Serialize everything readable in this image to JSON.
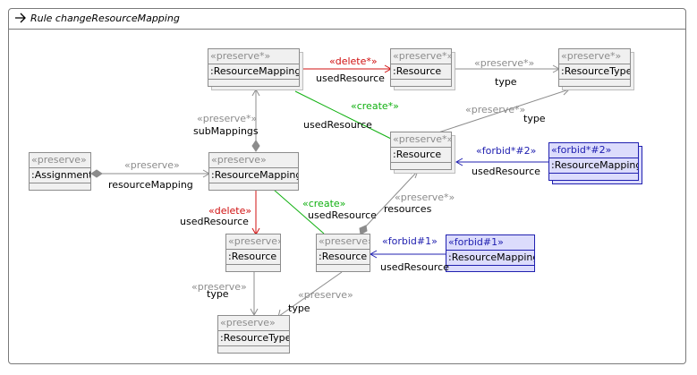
{
  "rule": {
    "title": "Rule changeResourceMapping"
  },
  "nodes": {
    "rm_top": {
      "stereo": "«preserve*»",
      "name": ":ResourceMapping"
    },
    "res_top": {
      "stereo": "«preserve*»",
      "name": ":Resource"
    },
    "rt_top": {
      "stereo": "«preserve*»",
      "name": ":ResourceType"
    },
    "assignment": {
      "stereo": "«preserve»",
      "name": ":Assignment"
    },
    "rm_mid": {
      "stereo": "«preserve»",
      "name": ":ResourceMapping"
    },
    "res_mid": {
      "stereo": "«preserve*»",
      "name": ":Resource"
    },
    "forbid2": {
      "stereo": "«forbid*#2»",
      "name": ":ResourceMapping"
    },
    "res_del": {
      "stereo": "«preserve»",
      "name": ":Resource"
    },
    "res_create": {
      "stereo": "«preserve»",
      "name": ":Resource"
    },
    "forbid1": {
      "stereo": "«forbid#1»",
      "name": ":ResourceMapping"
    },
    "rt_bottom": {
      "stereo": "«preserve»",
      "name": ":ResourceType"
    }
  },
  "edges": {
    "e1": {
      "stereo": "«delete*»",
      "role": "usedResource"
    },
    "e2": {
      "stereo": "«preserve*»",
      "role": "type"
    },
    "e3": {
      "stereo": "«preserve*»",
      "role": "subMappings"
    },
    "e4": {
      "stereo": "«create*»",
      "role": "usedResource"
    },
    "e5": {
      "stereo": "«preserve*»",
      "role": "type"
    },
    "e6": {
      "stereo": "«preserve»",
      "role": "resourceMapping"
    },
    "e7": {
      "stereo": "«forbid*#2»",
      "role": "usedResource"
    },
    "e8": {
      "stereo": "«delete»",
      "role": "usedResource"
    },
    "e9": {
      "stereo": "«create»",
      "role": "usedResource"
    },
    "e10": {
      "stereo": "«preserve*»",
      "role": "resources"
    },
    "e11": {
      "stereo": "«forbid#1»",
      "role": "usedResource"
    },
    "e12": {
      "stereo": "«preserve»",
      "role": "type"
    },
    "e13": {
      "stereo": "«preserve»",
      "role": "type"
    }
  },
  "colors": {
    "preserve": "#8c8c8c",
    "delete": "#d01010",
    "create": "#10b010",
    "forbid": "#2020b0",
    "forbid_fill": "#dcdcfc",
    "node_fill": "#f0f0f0"
  }
}
